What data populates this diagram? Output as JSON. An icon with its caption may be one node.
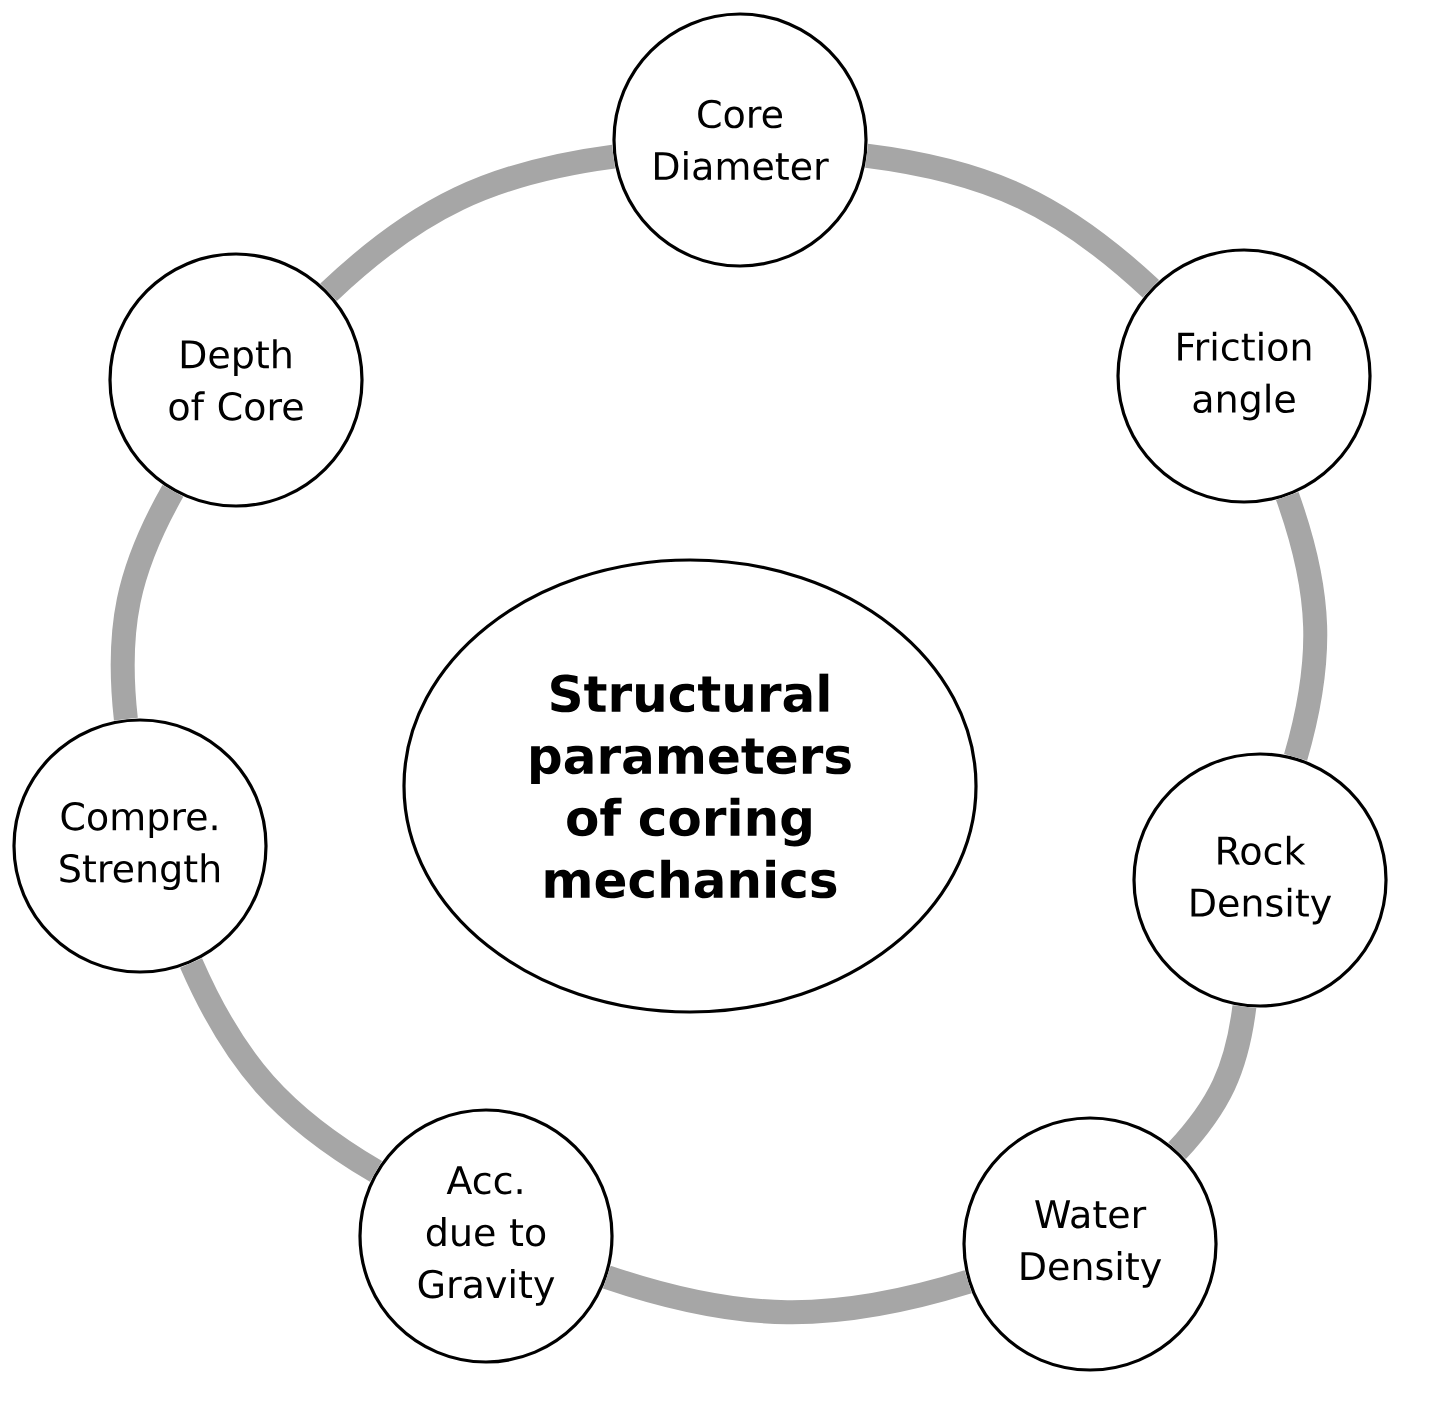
{
  "diagram": {
    "nodes": [
      {
        "text": [
          "Structural parameters of coring mechanics"
        ]
      },
      {
        "text": [
          "Core Diameter"
        ]
      },
      {
        "text": [
          "Friction angle"
        ]
      },
      {
        "text": [
          "Rock Density"
        ]
      },
      {
        "text": [
          "Water Density"
        ]
      },
      {
        "text": [
          "Acc. due to Gravity"
        ]
      },
      {
        "text": [
          "Compre. Strength"
        ]
      },
      {
        "text": [
          "Depth of Core"
        ]
      }
    ],
    "edges": [
      {
        "from": 1,
        "to": 2,
        "arrow": "none"
      },
      {
        "from": 2,
        "to": 3,
        "arrow": "none"
      },
      {
        "from": 3,
        "to": 4,
        "arrow": "none"
      },
      {
        "from": 4,
        "to": 5,
        "arrow": "none"
      },
      {
        "from": 5,
        "to": 6,
        "arrow": "none"
      },
      {
        "from": 6,
        "to": 7,
        "arrow": "none"
      },
      {
        "from": 7,
        "to": 1,
        "arrow": "none"
      }
    ]
  }
}
